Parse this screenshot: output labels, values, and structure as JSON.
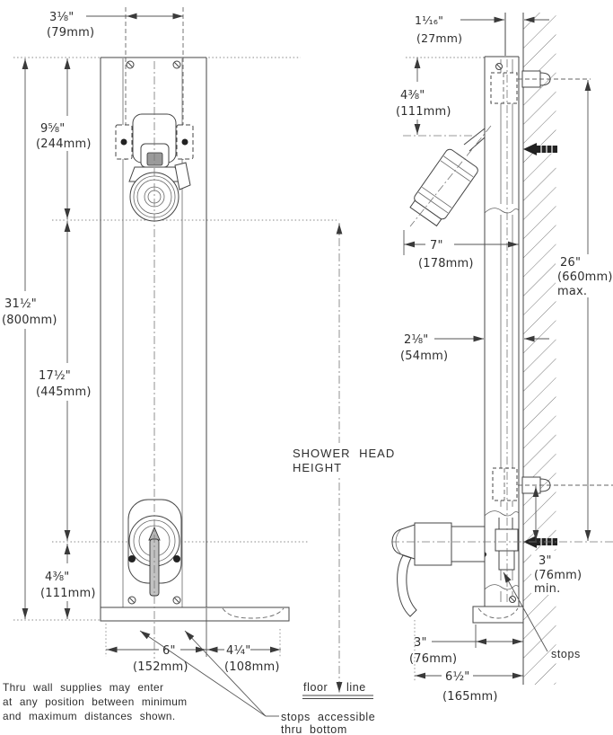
{
  "drawing": {
    "type": "shower panel installation rough-in drawing",
    "line_color": "#444444",
    "text_color": "#2e2e2e"
  },
  "front_view": {
    "dims": {
      "width_top": {
        "label": "3⅛\"",
        "metric": "(79mm)"
      },
      "head_offset": {
        "label": "9⅝\"",
        "metric": "(244mm)"
      },
      "overall_height": {
        "label": "31½\"",
        "metric": "(800mm)"
      },
      "head_to_valve": {
        "label": "17½\"",
        "metric": "(445mm)"
      },
      "valve_to_base": {
        "label": "4⅜\"",
        "metric": "(111mm)"
      },
      "base_width": {
        "label": "6\"",
        "metric": "(152mm)"
      },
      "base_extension": {
        "label": "4¼\"",
        "metric": "(108mm)"
      }
    },
    "labels": {
      "shower_head_height_1": "SHOWER HEAD",
      "shower_head_height_2": "HEIGHT",
      "floor_word": "floor",
      "line_word": "line",
      "stops_accessible_1": "stops  accessible",
      "stops_accessible_2": "thru  bottom"
    },
    "note": [
      "Thru  wall  supplies  may  enter",
      "at  any  position  between  minimum",
      "and  maximum  distances  shown."
    ]
  },
  "side_view": {
    "dims": {
      "pipe_to_wall": {
        "label": "1¹⁄₁₆\"",
        "metric": "(27mm)"
      },
      "top_to_arm": {
        "label": "4⅜\"",
        "metric": "(111mm)"
      },
      "head_projection": {
        "label": "7\"",
        "metric": "(178mm)"
      },
      "supply_span_max": {
        "label": "26\"",
        "metric": "(660mm)",
        "suffix": "max."
      },
      "panel_depth": {
        "label": "2⅛\"",
        "metric": "(54mm)"
      },
      "supply_gap_min": {
        "label": "3\"",
        "metric": "(76mm)",
        "suffix": "min."
      },
      "base_depth": {
        "label": "3\"",
        "metric": "(76mm)"
      },
      "handle_projection": {
        "label": "6½\"",
        "metric": "(165mm)"
      }
    },
    "labels": {
      "stops": "stops"
    }
  }
}
